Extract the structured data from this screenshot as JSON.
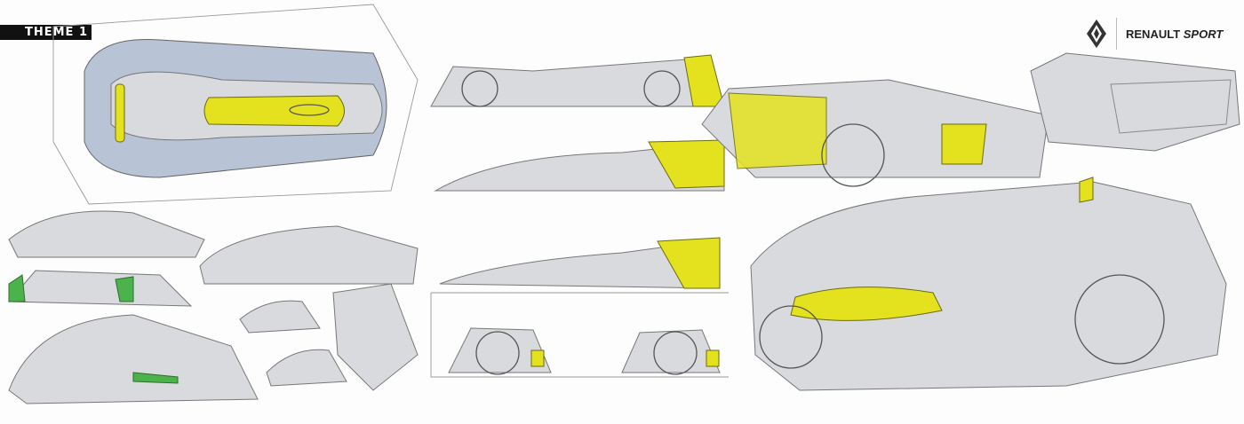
{
  "theme_label": "THEME 1",
  "brand": {
    "name": "RENAULT",
    "sub": "SPORT",
    "logo_icon": "renault-diamond-icon"
  },
  "colors": {
    "accent_yellow": "#e4e21f",
    "accent_green": "#4cb34c",
    "label_bg": "#111111"
  }
}
